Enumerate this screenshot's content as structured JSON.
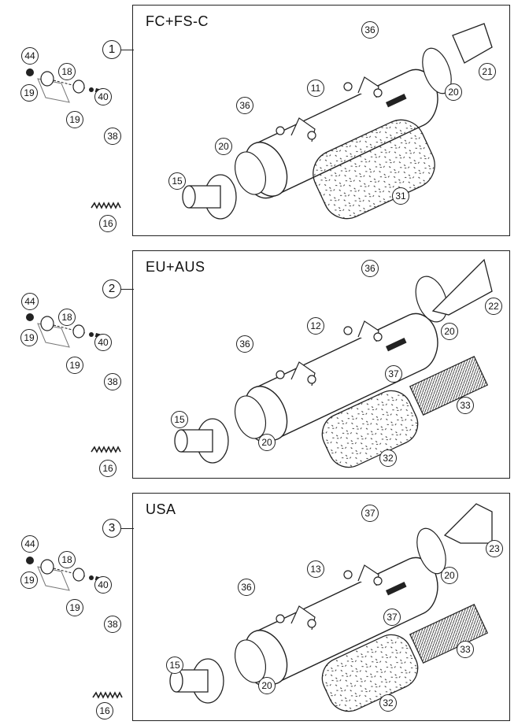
{
  "panels": [
    {
      "variant": "1",
      "title": "FC+FS-C",
      "parts": {
        "end_cap": "21",
        "gasket_a": "20",
        "silencer": "11",
        "screw_a": "36",
        "screw_b": "36",
        "gasket_b": "20",
        "inlet": "15",
        "packing": "31"
      },
      "side": {
        "nut": "44",
        "bracket": "18",
        "washer_a": "19",
        "washer_b": "19",
        "washer_c": "40",
        "bolt": "38",
        "spring": "16"
      }
    },
    {
      "variant": "2",
      "title": "EU+AUS",
      "parts": {
        "end_cap": "22",
        "gasket_a": "20",
        "silencer": "12",
        "screw_a": "36",
        "screw_b": "36",
        "gasket_b": "20",
        "inlet": "15",
        "packing": "32",
        "insert": "33",
        "screw_c": "37"
      },
      "side": {
        "nut": "44",
        "bracket": "18",
        "washer_a": "19",
        "washer_b": "19",
        "washer_c": "40",
        "bolt": "38",
        "spring": "16"
      }
    },
    {
      "variant": "3",
      "title": "USA",
      "parts": {
        "end_cap": "23",
        "gasket_a": "20",
        "silencer": "13",
        "screw_a": "37",
        "screw_b": "36",
        "gasket_b": "20",
        "inlet": "15",
        "packing": "32",
        "insert": "33",
        "screw_c": "37"
      },
      "side": {
        "nut": "44",
        "bracket": "18",
        "washer_a": "19",
        "washer_b": "19",
        "washer_c": "40",
        "bolt": "38",
        "spring": "16"
      }
    }
  ]
}
